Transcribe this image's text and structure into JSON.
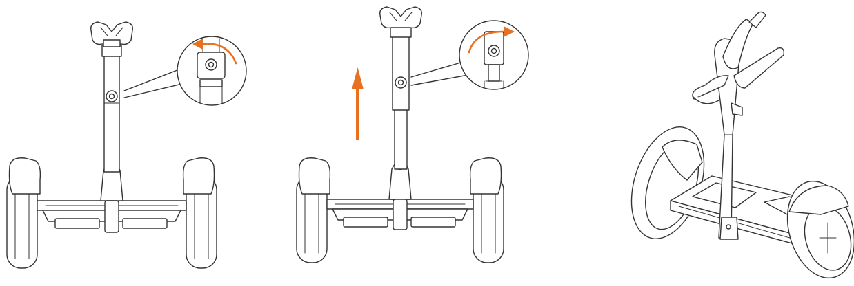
{
  "colors": {
    "background": "#ffffff",
    "line": "#333333",
    "accent": "#e8701e"
  },
  "steps": [
    {
      "id": "step-1",
      "callout": {
        "icon": "rotate-counterclockwise-arrow-icon",
        "subject": "steering-bar-clamp"
      }
    },
    {
      "id": "step-2",
      "direction_icon": "up-arrow-icon",
      "callout": {
        "icon": "rotate-clockwise-arrow-icon",
        "subject": "steering-bar-clamp"
      }
    },
    {
      "id": "step-3",
      "view": "perspective"
    }
  ]
}
